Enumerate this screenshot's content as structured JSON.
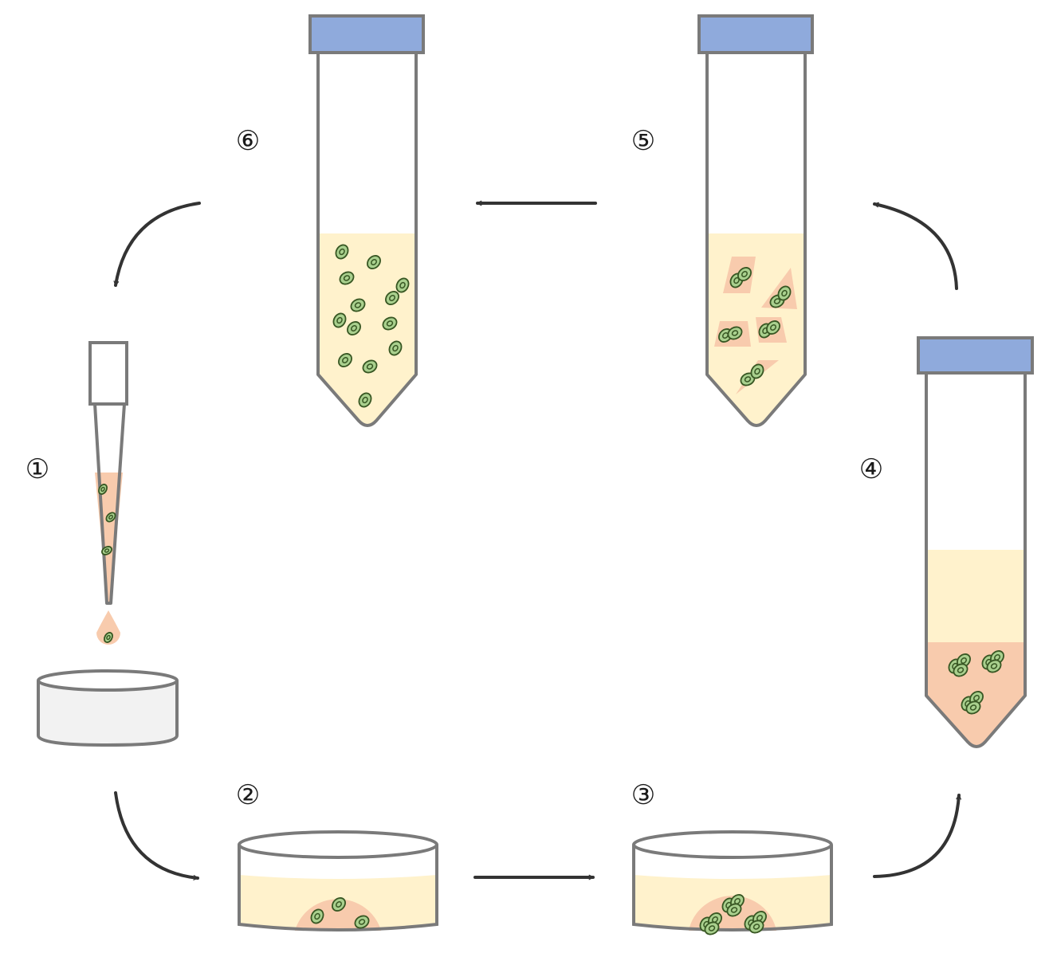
{
  "steps": [
    {
      "id": 1,
      "label": "①"
    },
    {
      "id": 2,
      "label": "②"
    },
    {
      "id": 3,
      "label": "③"
    },
    {
      "id": 4,
      "label": "④"
    },
    {
      "id": 5,
      "label": "⑤"
    },
    {
      "id": 6,
      "label": "⑥"
    }
  ],
  "colors": {
    "outline": "#7a7a7a",
    "cap": "#8faadc",
    "medium": "#fff2cc",
    "pink": "#f8cbad",
    "cell_fill": "#a9d08e",
    "cell_edge": "#385723",
    "dish_body": "#f2f2f2",
    "arrow": "#333333"
  }
}
